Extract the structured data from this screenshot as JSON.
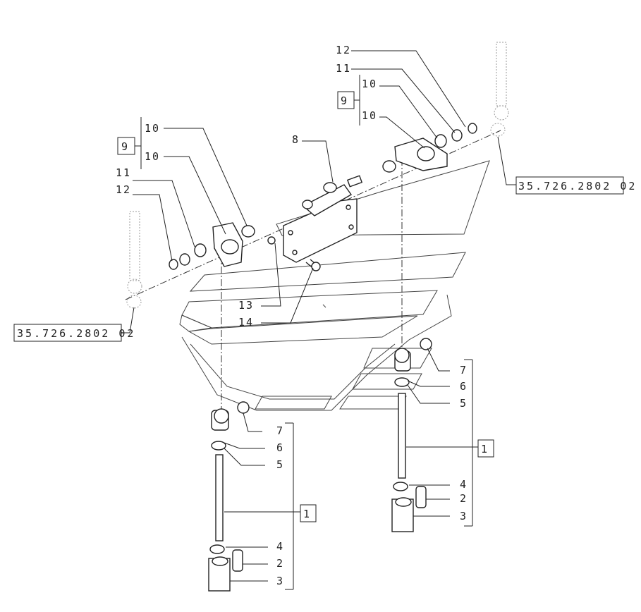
{
  "diagram": {
    "callouts": {
      "c1_left": "1",
      "c1_right": "1",
      "c2_left": "2",
      "c2_right": "2",
      "c3_left": "3",
      "c3_right": "3",
      "c4_left": "4",
      "c4_right": "4",
      "c5_left": "5",
      "c5_right": "5",
      "c6_left": "6",
      "c6_right": "6",
      "c7_left": "7",
      "c7_right": "7",
      "c8": "8",
      "c9_left": "9",
      "c9_right": "9",
      "c10_left_a": "10",
      "c10_left_b": "10",
      "c10_right_a": "10",
      "c10_right_b": "10",
      "c11_left": "11",
      "c11_right": "11",
      "c12_left": "12",
      "c12_right": "12",
      "c13": "13",
      "c14": "14"
    },
    "references": {
      "ref_left": "35.726.2802 02",
      "ref_right": "35.726.2802 02"
    }
  }
}
